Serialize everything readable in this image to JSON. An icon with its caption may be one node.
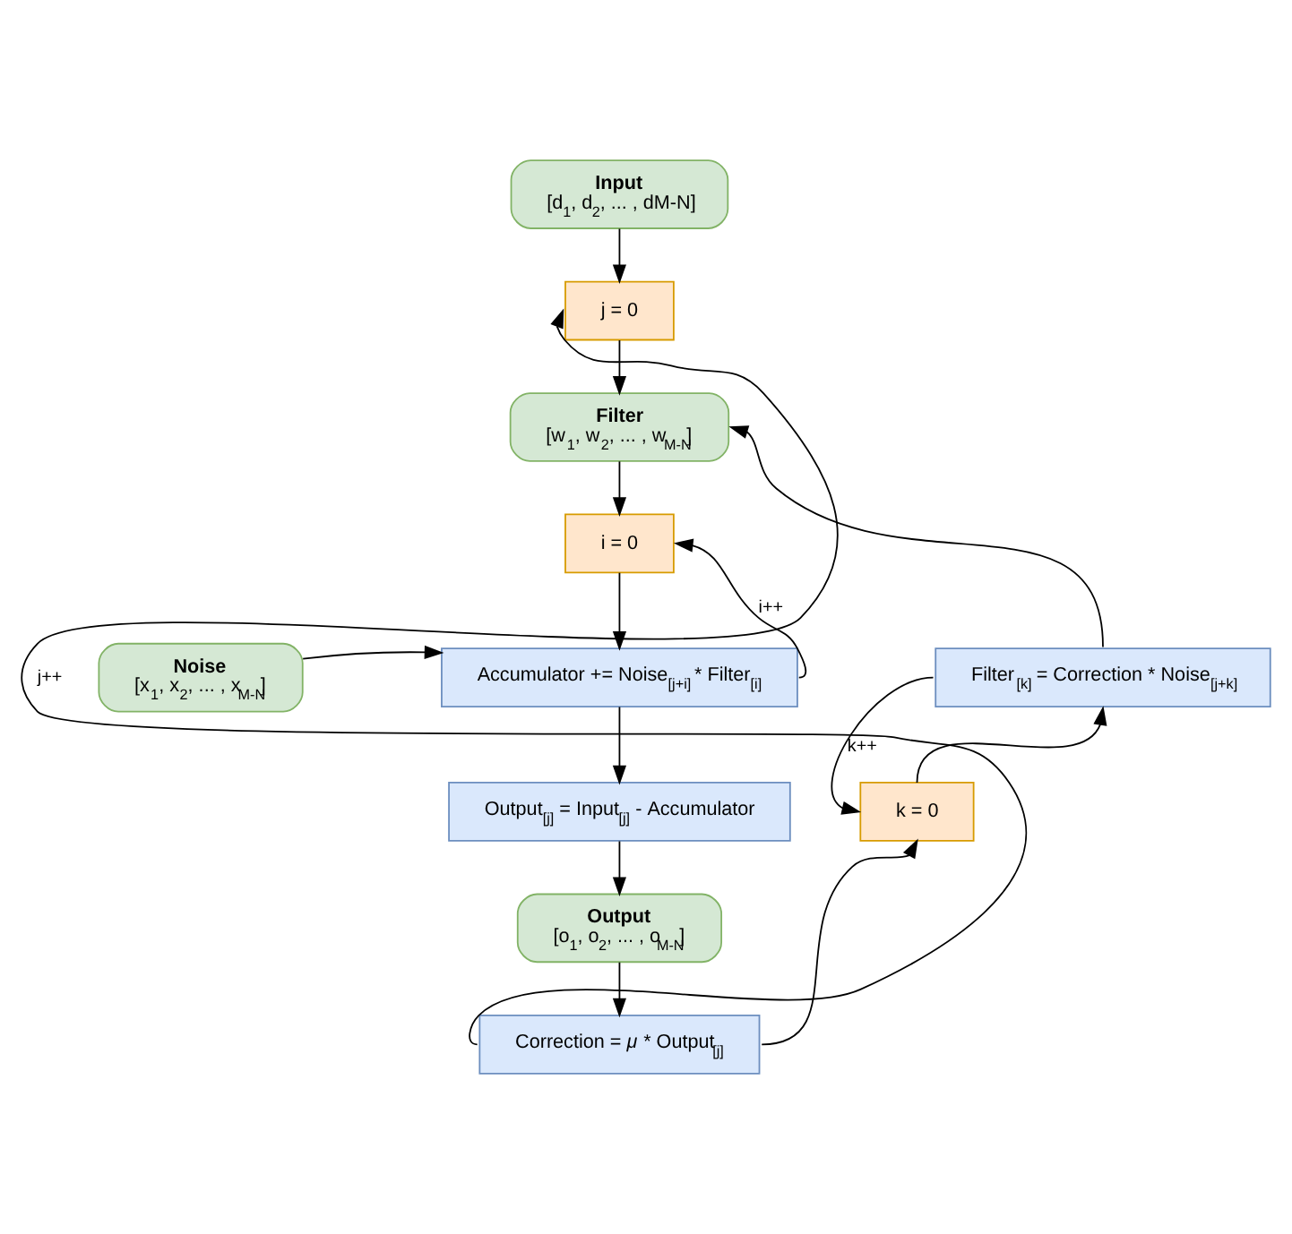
{
  "diagram": {
    "nodes": [
      {
        "text": [
          "Input",
          "[d$_{1}$, d$_{2}$, ... , dM-N]"
        ]
      },
      {
        "text": [
          "j = 0"
        ]
      },
      {
        "text": [
          "Filter",
          "[w$_{1}$, w$_{2}$, ... , w$_{M-N}$]"
        ]
      },
      {
        "text": [
          "i = 0"
        ]
      },
      {
        "text": [
          "Noise",
          "[x$_{1}$, x$_{2}$, ... , x$_{M-N}$]"
        ]
      },
      {
        "text": [
          "Accumulator += Noise$_{[j+i]}$ * Filter$_{[i]}$"
        ]
      },
      {
        "text": [
          "Output$_{[j]}$ = Input$_{[j]}$ - Accumulator"
        ]
      },
      {
        "text": [
          "Output",
          "[o$_{1}$, o$_{2}$, ... , o$_{M-N}$]"
        ]
      },
      {
        "text": [
          "Correction = *μ* * Output$_{[j]}$"
        ]
      },
      {
        "text": [
          "Filter$_{[k]}$ = Correction * Noise$_{[j+k]}$"
        ]
      },
      {
        "text": [
          "k = 0"
        ]
      }
    ],
    "edges": [
      {
        "from": 0,
        "to": 1,
        "arrow": "to"
      },
      {
        "from": 1,
        "to": 2,
        "arrow": "to"
      },
      {
        "from": 2,
        "to": 3,
        "arrow": "to"
      },
      {
        "from": 3,
        "to": 5,
        "arrow": "to"
      },
      {
        "from": 4,
        "to": 5,
        "arrow": "to"
      },
      {
        "from": 5,
        "to": 3,
        "arrow": "to",
        "label": "i++"
      },
      {
        "from": 5,
        "to": 6,
        "arrow": "to"
      },
      {
        "from": 6,
        "to": 7,
        "arrow": "to"
      },
      {
        "from": 7,
        "to": 8,
        "arrow": "to"
      },
      {
        "from": 8,
        "to": 1,
        "arrow": "to",
        "label": "j++"
      },
      {
        "from": 8,
        "to": 10,
        "arrow": "to"
      },
      {
        "from": 10,
        "to": 9,
        "arrow": "to"
      },
      {
        "from": 9,
        "to": 10,
        "arrow": "to",
        "label": "k++"
      },
      {
        "from": 9,
        "to": 2,
        "arrow": "to"
      }
    ]
  }
}
